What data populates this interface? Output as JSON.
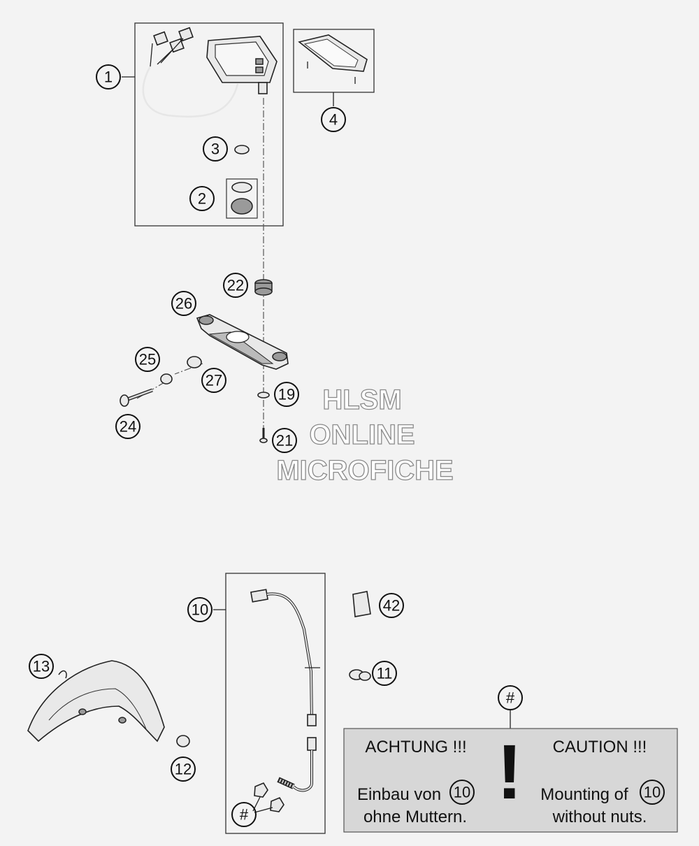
{
  "callouts": {
    "c1": "1",
    "c2": "2",
    "c3": "3",
    "c4": "4",
    "c10": "10",
    "c11": "11",
    "c12": "12",
    "c13": "13",
    "c19": "19",
    "c21": "21",
    "c22": "22",
    "c24": "24",
    "c25": "25",
    "c26": "26",
    "c27": "27",
    "c42": "42",
    "hash_top": "#",
    "hash_bottom": "#"
  },
  "watermark": {
    "line1": "HLSM",
    "line2": "ONLINE",
    "line3": "MICROFICHE"
  },
  "caution_box": {
    "de_title": "ACHTUNG !!!",
    "en_title": "CAUTION !!!",
    "de_line1": "Einbau von",
    "de_line2": "ohne Muttern.",
    "en_line1": "Mounting of",
    "en_line2": "without nuts.",
    "ref_number_de": "10",
    "ref_number_en": "10",
    "exclamation": "!"
  }
}
